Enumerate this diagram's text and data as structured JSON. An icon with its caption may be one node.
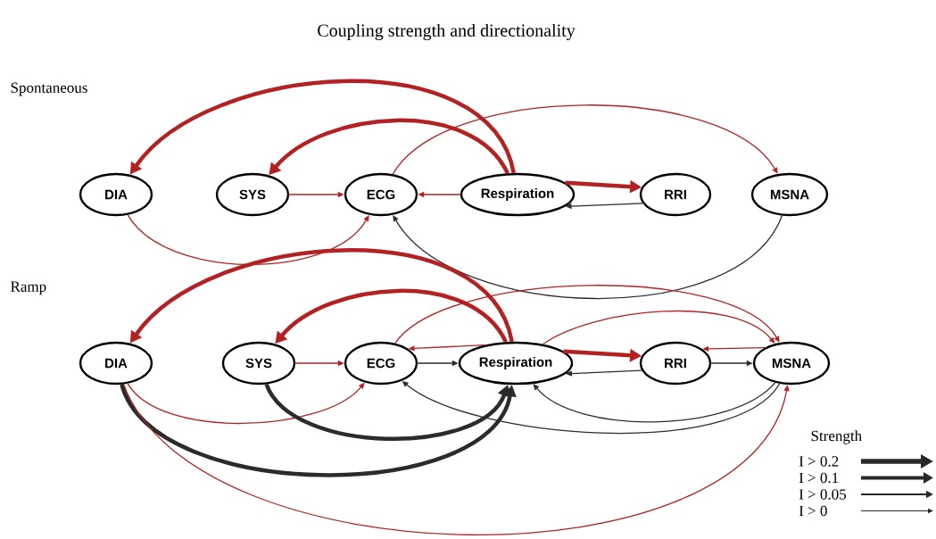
{
  "diagram": {
    "title": "Coupling strength and directionality",
    "nodes": [
      {
        "text": [
          "DIA"
        ]
      },
      {
        "text": [
          "SYS"
        ]
      },
      {
        "text": [
          "ECG"
        ]
      },
      {
        "text": [
          "Respiration"
        ]
      },
      {
        "text": [
          "RRI"
        ]
      },
      {
        "text": [
          "MSNA"
        ]
      },
      {
        "text": [
          "DIA"
        ]
      },
      {
        "text": [
          "SYS"
        ]
      },
      {
        "text": [
          "ECG"
        ]
      },
      {
        "text": [
          "Respiration"
        ]
      },
      {
        "text": [
          "RRI"
        ]
      },
      {
        "text": [
          "MSNA"
        ]
      }
    ],
    "edges": [
      {
        "from": 3,
        "to": 0,
        "arrow": "to",
        "style": "thick"
      },
      {
        "from": 3,
        "to": 1,
        "arrow": "to",
        "style": "thick"
      },
      {
        "from": 2,
        "to": 5,
        "arrow": "to"
      },
      {
        "from": 1,
        "to": 2,
        "arrow": "to"
      },
      {
        "from": 3,
        "to": 2,
        "arrow": "to"
      },
      {
        "from": 3,
        "to": 4,
        "arrow": "to",
        "style": "thick"
      },
      {
        "from": 4,
        "to": 3,
        "arrow": "to",
        "color": "#2b2b2b"
      },
      {
        "from": 0,
        "to": 2,
        "arrow": "to"
      },
      {
        "from": 5,
        "to": 2,
        "arrow": "to",
        "color": "#2b2b2b"
      },
      {
        "from": 9,
        "to": 6,
        "arrow": "to",
        "style": "thick"
      },
      {
        "from": 9,
        "to": 7,
        "arrow": "to",
        "style": "thick"
      },
      {
        "from": 8,
        "to": 11,
        "arrow": "to"
      },
      {
        "from": 9,
        "to": 11,
        "arrow": "to"
      },
      {
        "from": 9,
        "to": 8,
        "arrow": "to"
      },
      {
        "from": 11,
        "to": 10,
        "arrow": "to"
      },
      {
        "from": 7,
        "to": 8,
        "arrow": "to"
      },
      {
        "from": 8,
        "to": 9,
        "arrow": "to",
        "color": "#2b2b2b"
      },
      {
        "from": 9,
        "to": 10,
        "arrow": "to",
        "style": "thick"
      },
      {
        "from": 10,
        "to": 9,
        "arrow": "to",
        "color": "#2b2b2b"
      },
      {
        "from": 10,
        "to": 11,
        "arrow": "to",
        "color": "#2b2b2b"
      },
      {
        "from": 6,
        "to": 8,
        "arrow": "to"
      },
      {
        "from": 7,
        "to": 9,
        "arrow": "to",
        "style": "thick",
        "color": "#2b2b2b"
      },
      {
        "from": 6,
        "to": 9,
        "arrow": "to",
        "style": "thick",
        "color": "#2b2b2b"
      },
      {
        "from": 11,
        "to": 9,
        "arrow": "to",
        "color": "#2b2b2b"
      },
      {
        "from": 11,
        "to": 8,
        "arrow": "to",
        "color": "#2b2b2b"
      },
      {
        "from": 6,
        "to": 11,
        "arrow": "to"
      }
    ],
    "labels": [
      "Spontaneous",
      "Ramp",
      "Strength"
    ],
    "legend": [
      {
        "text": "I > 0.2"
      },
      {
        "text": "I > 0.1"
      },
      {
        "text": "I > 0.05"
      },
      {
        "text": "I > 0"
      }
    ]
  }
}
